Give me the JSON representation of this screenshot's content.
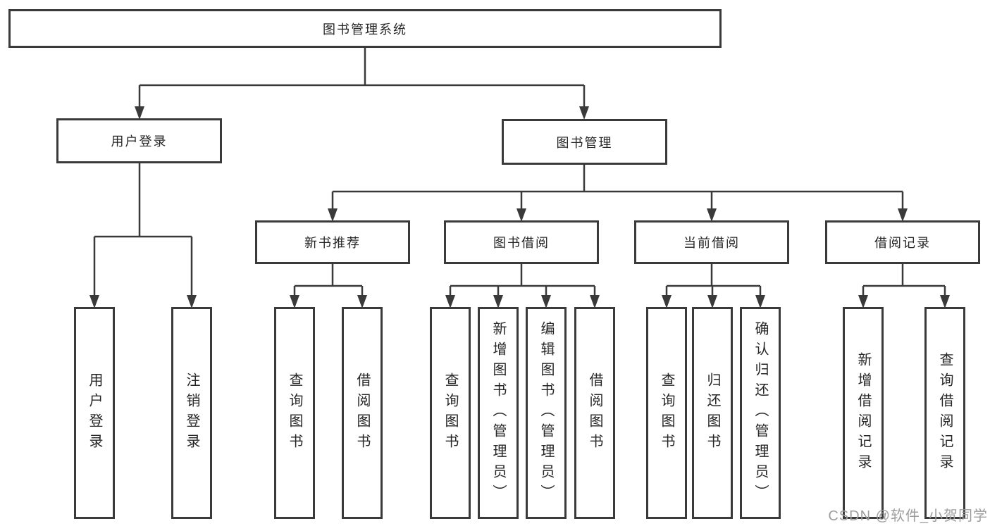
{
  "diagram_type": "function-structure-tree",
  "colors": {
    "background": "#ffffff",
    "line": "#3a3a3a",
    "box_border": "#3a3a3a",
    "box_fill": "#ffffff",
    "text": "#262626",
    "watermark": "#9d9d9d"
  },
  "watermark": {
    "text": "CSDN @软件_小贺同学"
  },
  "tree": {
    "label": "图书管理系统",
    "children": [
      {
        "label": "用户登录",
        "children": [
          {
            "label": "用户登录"
          },
          {
            "label": "注销登录"
          }
        ]
      },
      {
        "label": "图书管理",
        "children": [
          {
            "label": "新书推荐",
            "children": [
              {
                "label": "查询图书"
              },
              {
                "label": "借阅图书"
              }
            ]
          },
          {
            "label": "图书借阅",
            "children": [
              {
                "label": "查询图书"
              },
              {
                "label": "新增图书（管理员）"
              },
              {
                "label": "编辑图书（管理员）"
              },
              {
                "label": "借阅图书"
              }
            ]
          },
          {
            "label": "当前借阅",
            "children": [
              {
                "label": "查询图书"
              },
              {
                "label": "归还图书"
              },
              {
                "label": "确认归还（管理员）"
              }
            ]
          },
          {
            "label": "借阅记录",
            "children": [
              {
                "label": "新增借阅记录"
              },
              {
                "label": "查询借阅记录"
              }
            ]
          }
        ]
      }
    ]
  }
}
